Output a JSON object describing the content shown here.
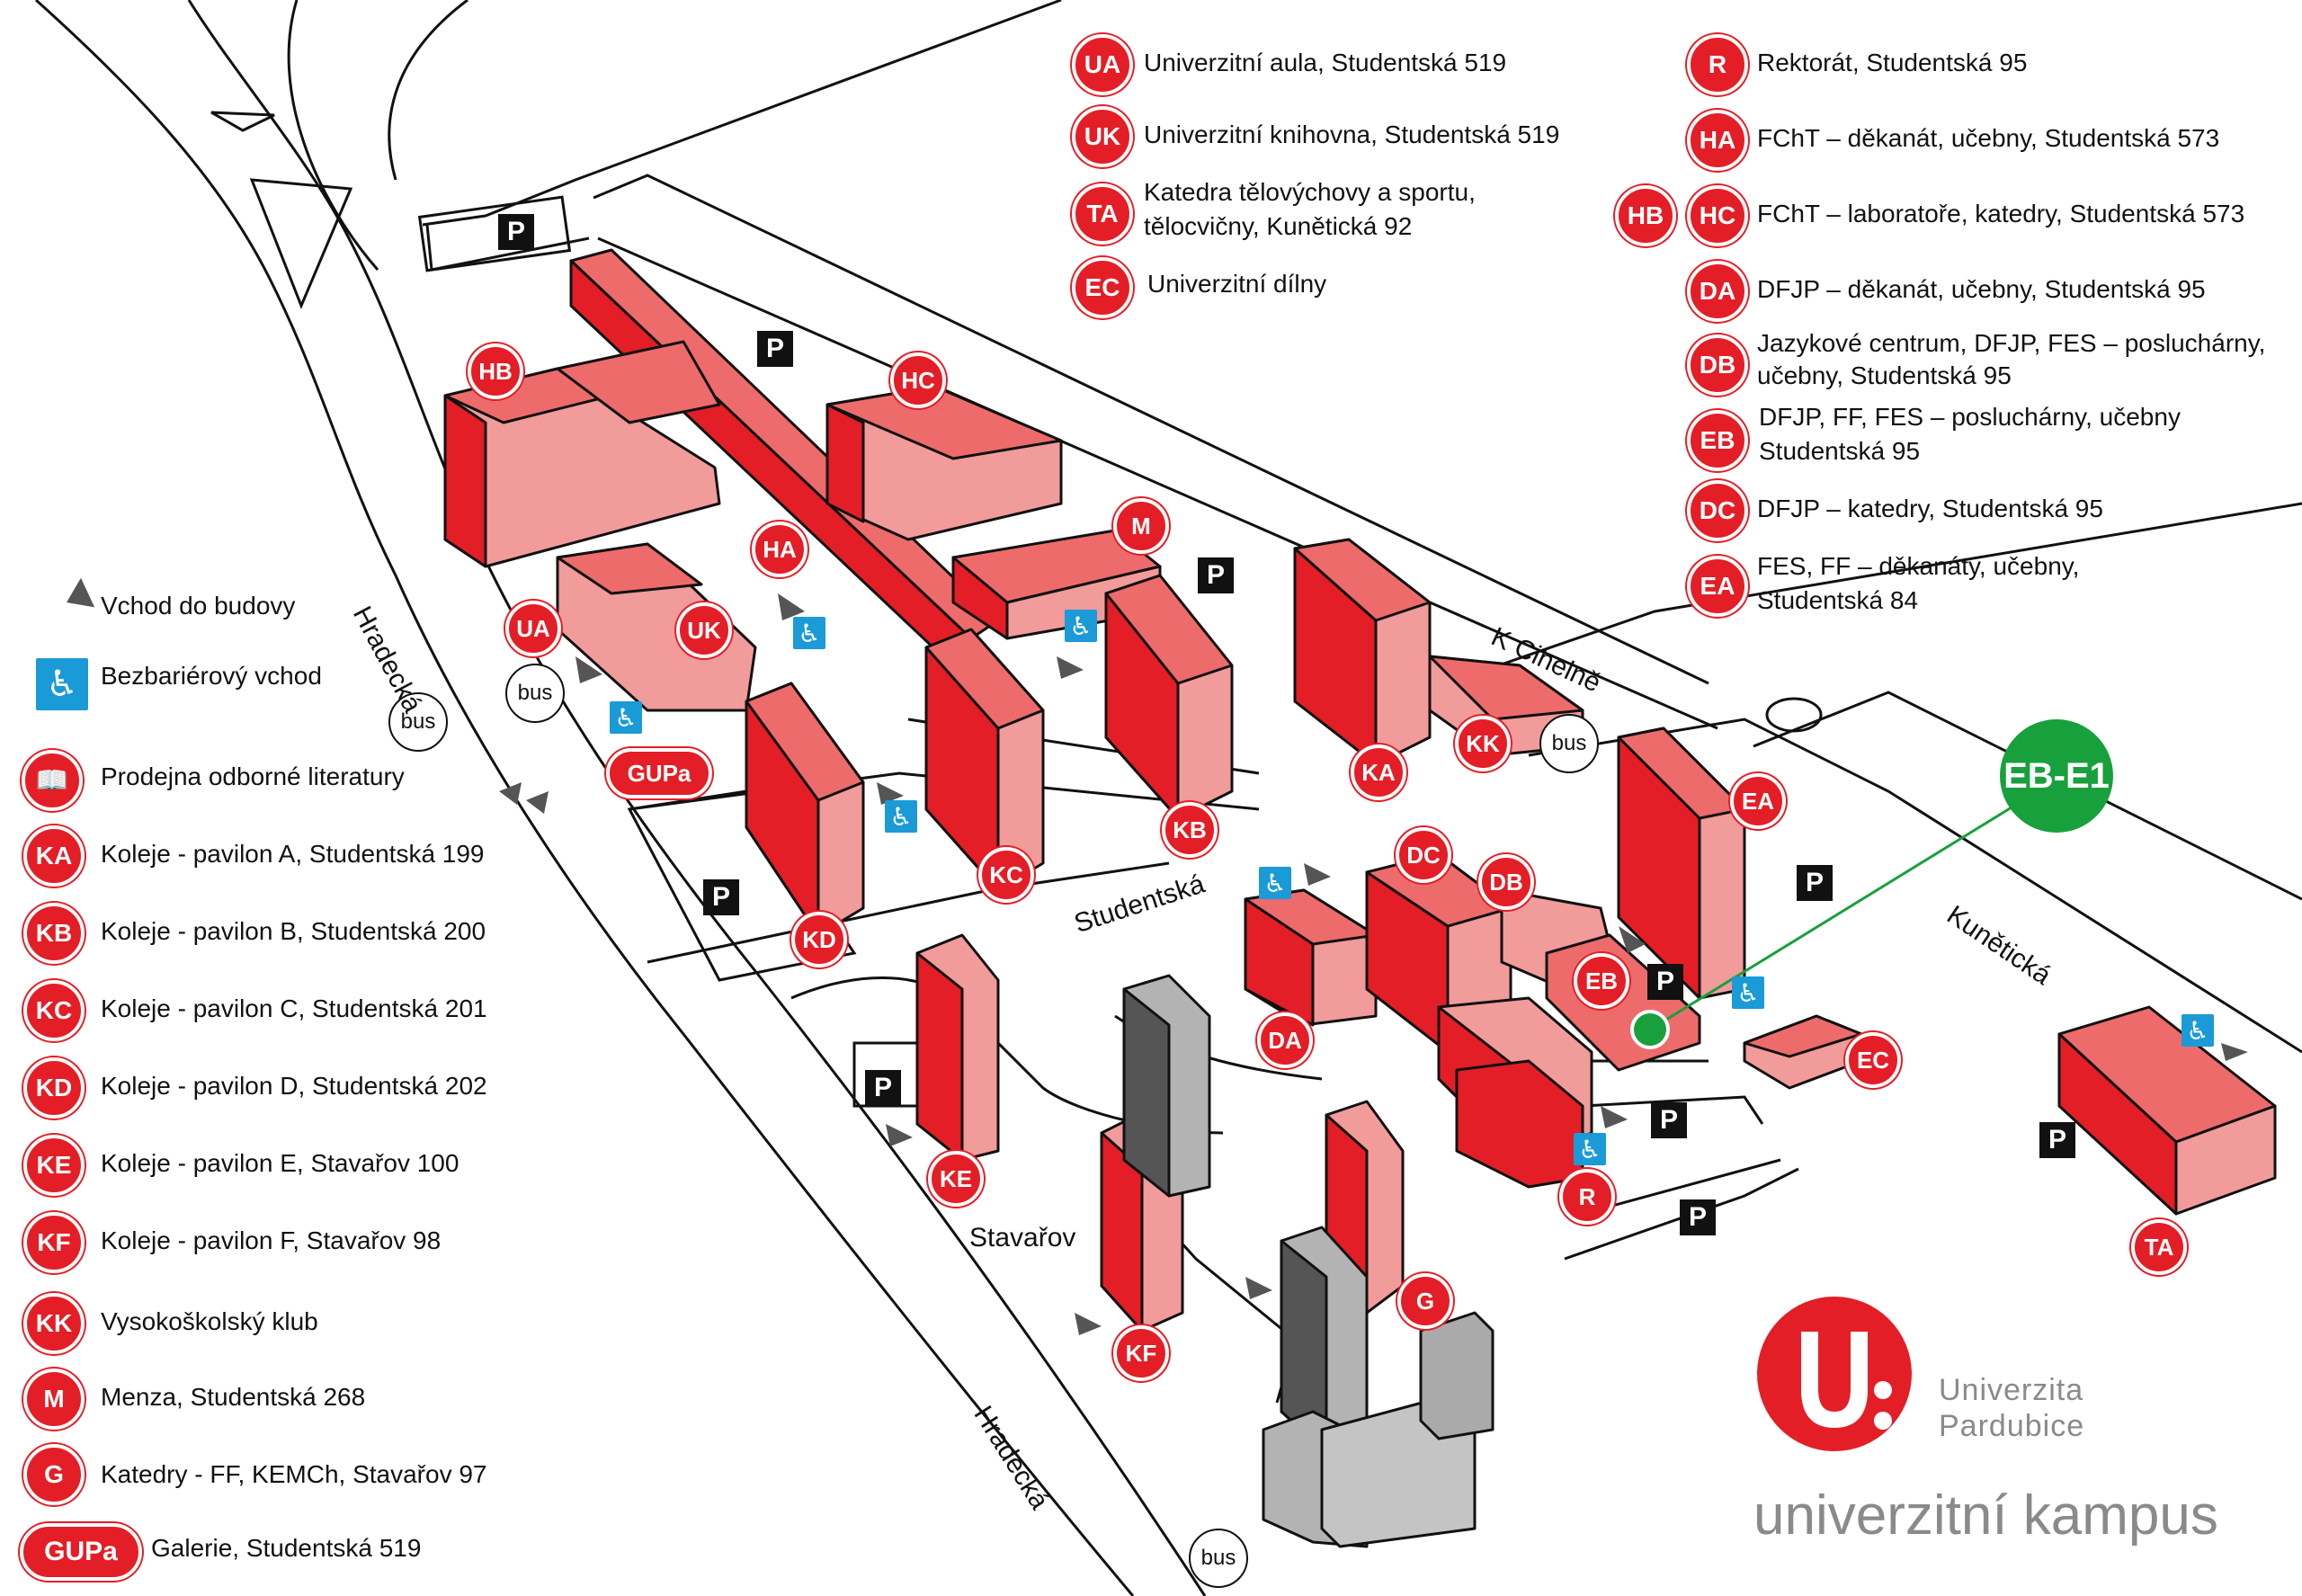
{
  "legend_left": [
    {
      "kind": "arrow",
      "text": "Vchod do budovy",
      "icon": "entrance-arrow-icon"
    },
    {
      "kind": "access",
      "text": "Bezbariérový vchod",
      "icon": "wheelchair-icon"
    },
    {
      "kind": "bus",
      "text": "bus"
    },
    {
      "kind": "book",
      "text": "Prodejna odborné literatury",
      "icon": "open-book-icon"
    },
    {
      "kind": "badge",
      "code": "KA",
      "text": "Koleje - pavilon A, Studentská 199"
    },
    {
      "kind": "badge",
      "code": "KB",
      "text": "Koleje - pavilon B, Studentská 200"
    },
    {
      "kind": "badge",
      "code": "KC",
      "text": "Koleje - pavilon C, Studentská 201"
    },
    {
      "kind": "badge",
      "code": "KD",
      "text": "Koleje - pavilon D, Studentská 202"
    },
    {
      "kind": "badge",
      "code": "KE",
      "text": "Koleje - pavilon E, Stavařov 100"
    },
    {
      "kind": "badge",
      "code": "KF",
      "text": "Koleje - pavilon F, Stavařov 98"
    },
    {
      "kind": "badge",
      "code": "KK",
      "text": "Vysokoškolský klub"
    },
    {
      "kind": "badge",
      "code": "M",
      "text": "Menza, Studentská 268"
    },
    {
      "kind": "badge",
      "code": "G",
      "text": "Katedry - FF, KEMCh, Stavařov 97"
    },
    {
      "kind": "badge",
      "code": "GUPa",
      "text": "Galerie, Studentská 519"
    }
  ],
  "legend_top_middle": [
    {
      "code": "UA",
      "lines": [
        "Univerzitní aula, Studentská 519"
      ]
    },
    {
      "code": "UK",
      "lines": [
        "Univerzitní knihovna, Studentská 519"
      ]
    },
    {
      "code": "TA",
      "lines": [
        "Katedra tělovýchovy a sportu,",
        "tělocvičny, Kunětická 92"
      ]
    },
    {
      "code": "EC",
      "lines": [
        "Univerzitní dílny"
      ]
    }
  ],
  "legend_top_right": [
    {
      "codes": [
        "R"
      ],
      "lines": [
        "Rektorát, Studentská 95"
      ]
    },
    {
      "codes": [
        "HA"
      ],
      "lines": [
        "FChT – děkanát, učebny, Studentská 573"
      ]
    },
    {
      "codes": [
        "HB",
        "HC"
      ],
      "lines": [
        "FChT – laboratoře, katedry, Studentská 573"
      ]
    },
    {
      "codes": [
        "DA"
      ],
      "lines": [
        "DFJP – děkanát, učebny, Studentská 95"
      ]
    },
    {
      "codes": [
        "DB"
      ],
      "lines": [
        "Jazykové centrum, DFJP, FES  – posluchárny,",
        "učebny, Studentská 95"
      ]
    },
    {
      "codes": [
        "EB"
      ],
      "lines": [
        "DFJP, FF, FES – posluchárny, učebny",
        "Studentská 95"
      ]
    },
    {
      "codes": [
        "DC"
      ],
      "lines": [
        "DFJP – katedry, Studentská 95"
      ]
    },
    {
      "codes": [
        "EA"
      ],
      "lines": [
        "FES, FF – děkanáty, učebny,",
        "Studentská 84"
      ]
    }
  ],
  "map": {
    "building_badges": [
      "HB",
      "HC",
      "HA",
      "M",
      "UA",
      "UK",
      "GUPa",
      "KA",
      "KK",
      "KB",
      "KC",
      "KD",
      "EA",
      "DC",
      "DB",
      "EB",
      "DA",
      "EC",
      "KE",
      "R",
      "G",
      "KF",
      "TA"
    ],
    "parking_label": "P",
    "bus_label": "bus",
    "streets": [
      "Hradecká",
      "K Cihelně",
      "Studentská",
      "Kunětická",
      "Hradecká"
    ],
    "place": "Stavařov",
    "highlight": "EB-E1",
    "colors": {
      "building_front": "#e41e26",
      "building_top": "#ee6b6b",
      "building_side": "#f29b9b",
      "highlight": "#18a03c",
      "access": "#1a9ad6"
    }
  },
  "logo": {
    "letter": "U",
    "name_lines": [
      "Univerzita",
      "Pardubice"
    ],
    "tagline": "univerzitní kampus"
  }
}
